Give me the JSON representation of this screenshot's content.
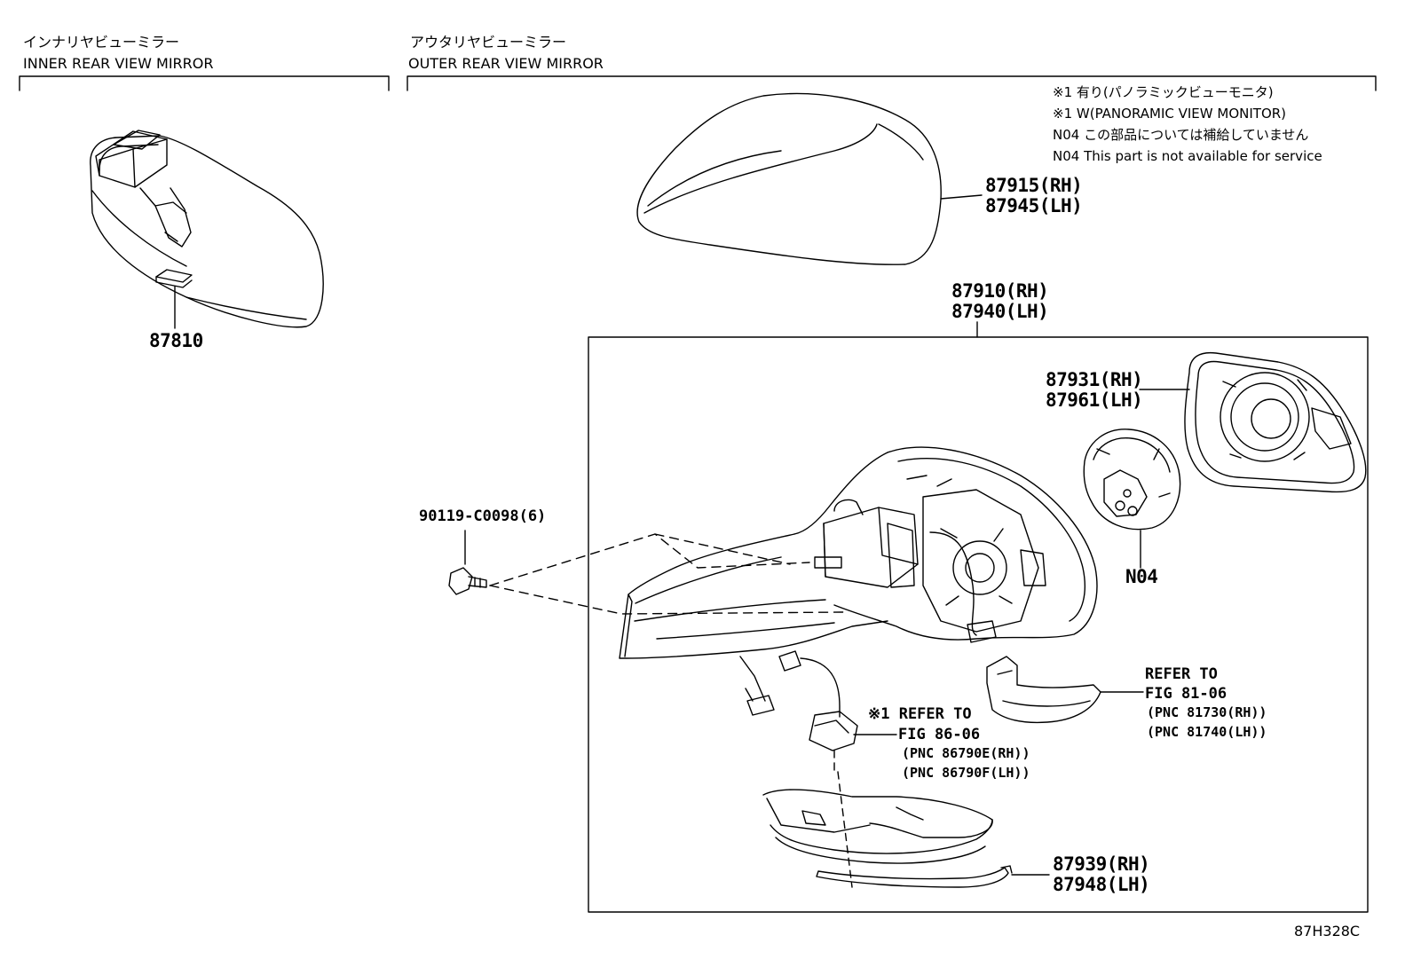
{
  "inner_section": {
    "title_ja": "インナリヤビューミラー",
    "title_en": "INNER REAR VIEW MIRROR",
    "part_number": "87810"
  },
  "outer_section": {
    "title_ja": "アウタリヤビューミラー",
    "title_en": "OUTER REAR VIEW MIRROR",
    "notes": [
      "※1 有り(パノラミックビューモニタ)",
      "※1 W(PANORAMIC VIEW MONITOR)",
      "N04 この部品については補給していません",
      "N04 This part is not available for service"
    ],
    "cover": {
      "rh": "87915(RH)",
      "lh": "87945(LH)"
    },
    "assembly": {
      "rh": "87910(RH)",
      "lh": "87940(LH)"
    },
    "mirror_glass": {
      "rh": "87931(RH)",
      "lh": "87961(LH)"
    },
    "actuator_note": "N04",
    "screw": "90119-C0098(6)",
    "ref_turn_signal": {
      "title": "REFER TO",
      "fig": "FIG 81-06",
      "pnc_rh": "(PNC 81730(RH))",
      "pnc_lh": "(PNC 81740(LH))"
    },
    "ref_camera": {
      "title": "※1 REFER TO",
      "fig": "FIG 86-06",
      "pnc_rh": "(PNC 86790E(RH))",
      "pnc_lh": "(PNC 86790F(LH))"
    },
    "garnish": {
      "rh": "87939(RH)",
      "lh": "87948(LH)"
    }
  },
  "figure_id": "87H328C"
}
